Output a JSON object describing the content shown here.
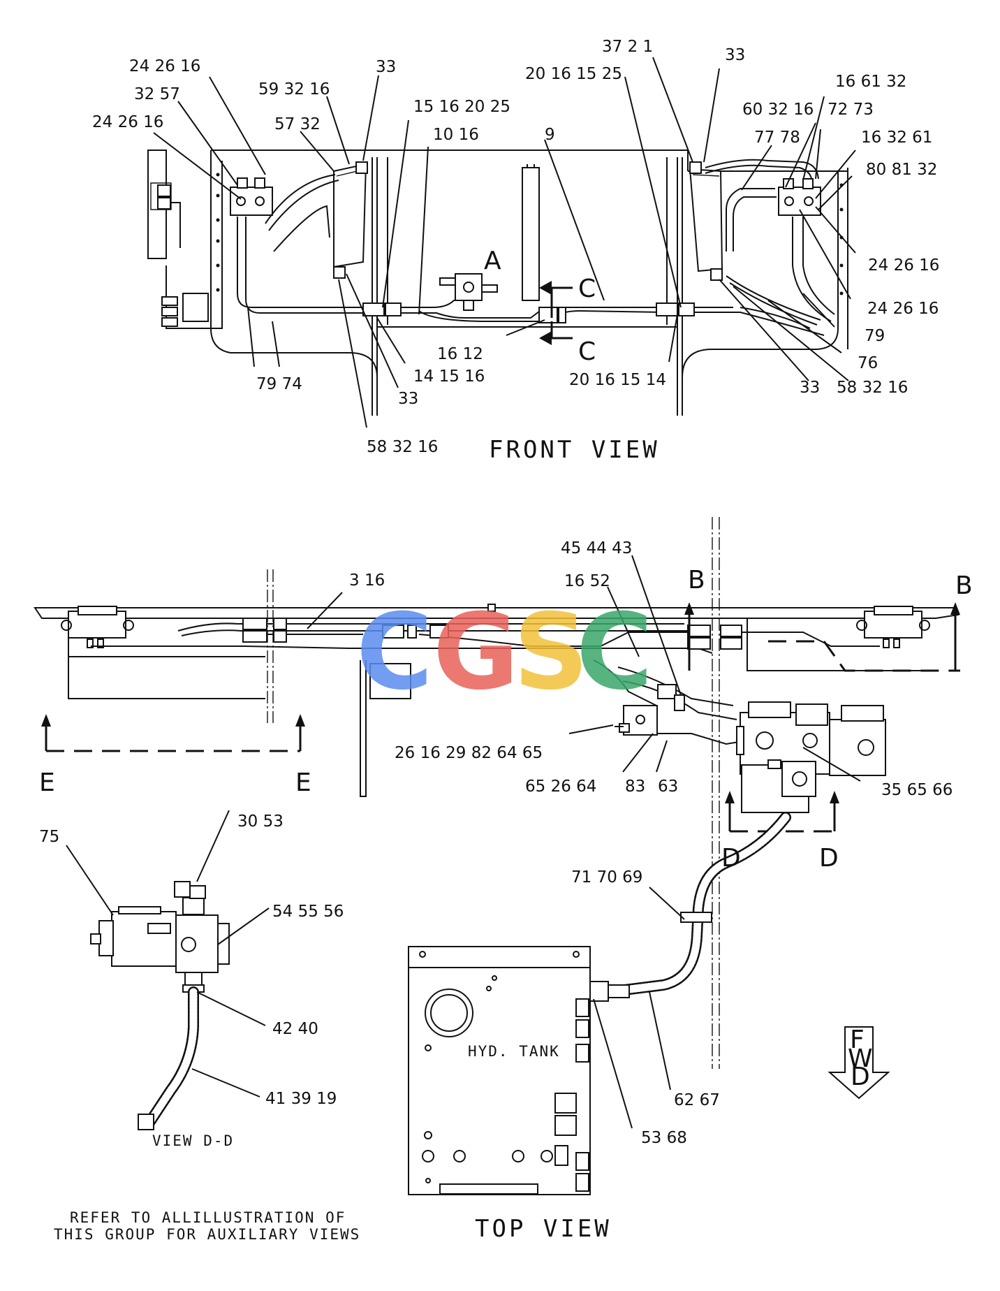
{
  "front_view": {
    "title": "FRONT VIEW",
    "callouts": [
      "24 26 16",
      "32 57",
      "24 26 16",
      "59 32 16",
      "57 32",
      "33",
      "15 16 20 25",
      "10 16",
      "20 16 15 25",
      "9",
      "37 2 1",
      "33",
      "16 61 32",
      "60 32 16",
      "72 73",
      "77 78",
      "16 32 61",
      "80 81 32",
      "24 26 16",
      "24 26 16",
      "79",
      "76",
      "58 32 16",
      "33",
      "20 16 15 14",
      "16 12",
      "14 15 16",
      "33",
      "79 74",
      "58 32 16",
      "A",
      "C",
      "C"
    ]
  },
  "top_view": {
    "title": "TOP VIEW",
    "tank_label": "HYD. TANK",
    "callouts": [
      "3 16",
      "45 44 43",
      "16 52",
      "B",
      "B",
      "26 16 29 82 64 65",
      "65 26 64",
      "83",
      "63",
      "35 65 66",
      "E",
      "E",
      "D",
      "D",
      "71 70 69",
      "62 67",
      "53 68"
    ],
    "fwd_letters": [
      "F",
      "W",
      "D"
    ]
  },
  "view_dd": {
    "title": "VIEW D-D",
    "callouts": [
      "30 53",
      "75",
      "54 55 56",
      "42 40",
      "41 39 19"
    ]
  },
  "note": {
    "line1": "REFER TO ALLILLUSTRATION OF",
    "line2": "THIS GROUP FOR AUXILIARY VIEWS"
  },
  "watermark": {
    "letters": [
      "C",
      "G",
      "S",
      "C"
    ],
    "colors": [
      "#5b8def",
      "#e8625a",
      "#f3c13a",
      "#3aa86b"
    ]
  }
}
